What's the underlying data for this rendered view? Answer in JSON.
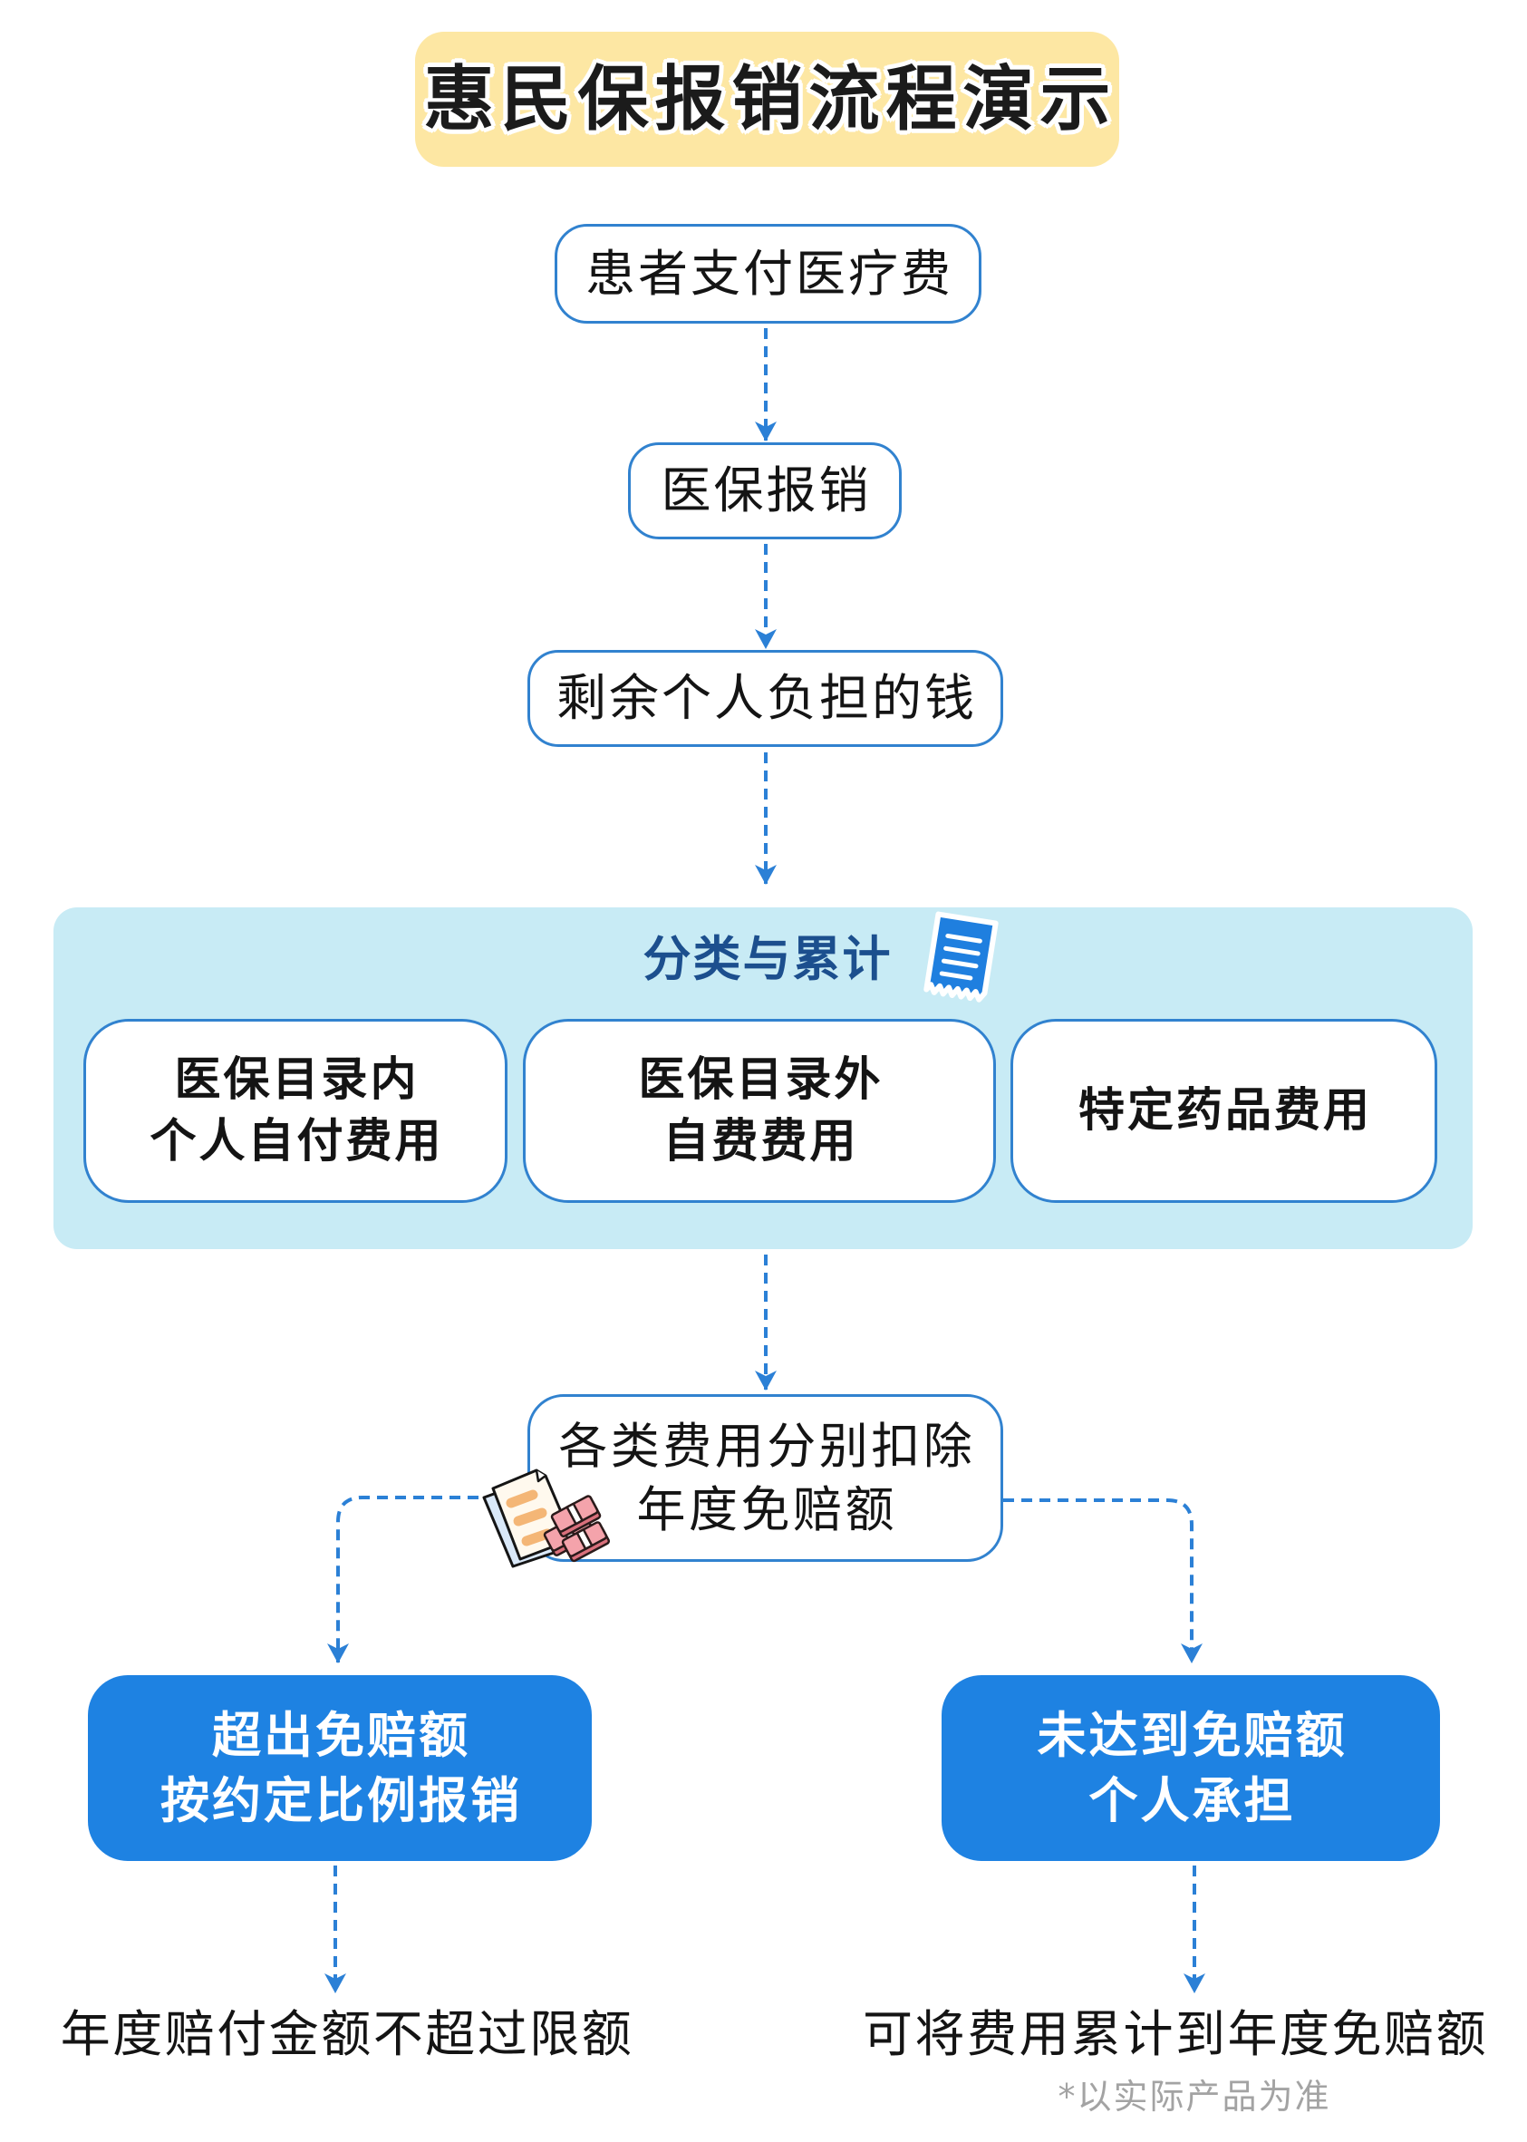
{
  "title": "惠民保报销流程演示",
  "steps": [
    {
      "label": "患者支付医疗费"
    },
    {
      "label": "医保报销"
    },
    {
      "label": "剩余个人负担的钱"
    }
  ],
  "classification": {
    "title": "分类与累计",
    "icon": "receipt-icon",
    "categories": [
      {
        "lines": [
          "医保目录内",
          "个人自付费用"
        ]
      },
      {
        "lines": [
          "医保目录外",
          "自费费用"
        ]
      },
      {
        "lines": [
          "特定药品费用"
        ]
      }
    ]
  },
  "deduction": {
    "lines": [
      "各类费用分别扣除",
      "年度免赔额"
    ],
    "icon": "documents-money-icon"
  },
  "branches": [
    {
      "box_lines": [
        "超出免赔额",
        "按约定比例报销"
      ],
      "result": "年度赔付金额不超过限额"
    },
    {
      "box_lines": [
        "未达到免赔额",
        "个人承担"
      ],
      "result": "可将费用累计到年度免赔额"
    }
  ],
  "footnote": "*以实际产品为准",
  "colors": {
    "banner": "#fde7a3",
    "panel": "#c8ebf5",
    "accent": "#1e82e2",
    "connector": "#2b80d6",
    "border": "#3182cf",
    "cat-title": "#1c4f8e",
    "footnote": "#a3a3a3"
  }
}
